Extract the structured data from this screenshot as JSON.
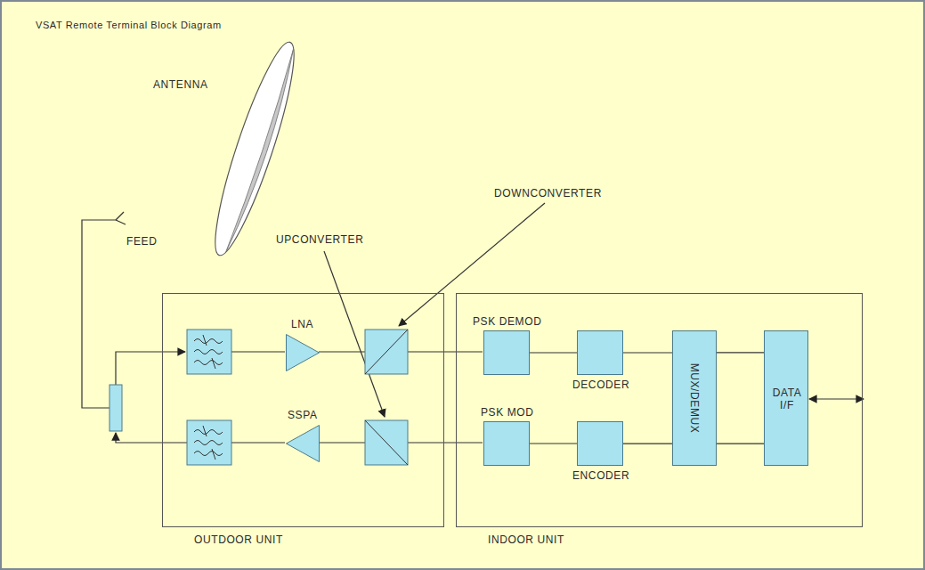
{
  "diagram": {
    "title": "VSAT Remote Terminal Block Diagram",
    "nodes": [
      {
        "text": [
          "OUTDOOR UNIT"
        ]
      },
      {
        "text": [
          "LNA"
        ],
        "in": 0
      },
      {
        "text": [
          "SSPA"
        ],
        "in": 0
      },
      {
        "text": [
          "INDOOR UNIT"
        ]
      },
      {
        "text": [
          "PSK DEMOD"
        ],
        "in": 3
      },
      {
        "text": [
          "DECODER"
        ],
        "in": 3
      },
      {
        "text": [
          "PSK MOD"
        ],
        "in": 3
      },
      {
        "text": [
          "ENCODER"
        ],
        "in": 3
      },
      {
        "text": [
          "MUX/DEMUX"
        ],
        "in": 3
      },
      {
        "text": [
          "DATA I/F"
        ],
        "in": 3
      }
    ],
    "edges": [
      {
        "from": 4,
        "to": 5,
        "arrow": "none"
      },
      {
        "from": 5,
        "to": 8,
        "arrow": "none"
      },
      {
        "from": 8,
        "to": 9,
        "arrow": "none"
      },
      {
        "from": 8,
        "to": 9,
        "arrow": "none"
      },
      {
        "from": 8,
        "to": 7,
        "arrow": "none"
      },
      {
        "from": 7,
        "to": 6,
        "arrow": "none"
      }
    ],
    "labels": [
      "ANTENNA",
      "FEED",
      "UPCONVERTER",
      "DOWNCONVERTER"
    ]
  }
}
